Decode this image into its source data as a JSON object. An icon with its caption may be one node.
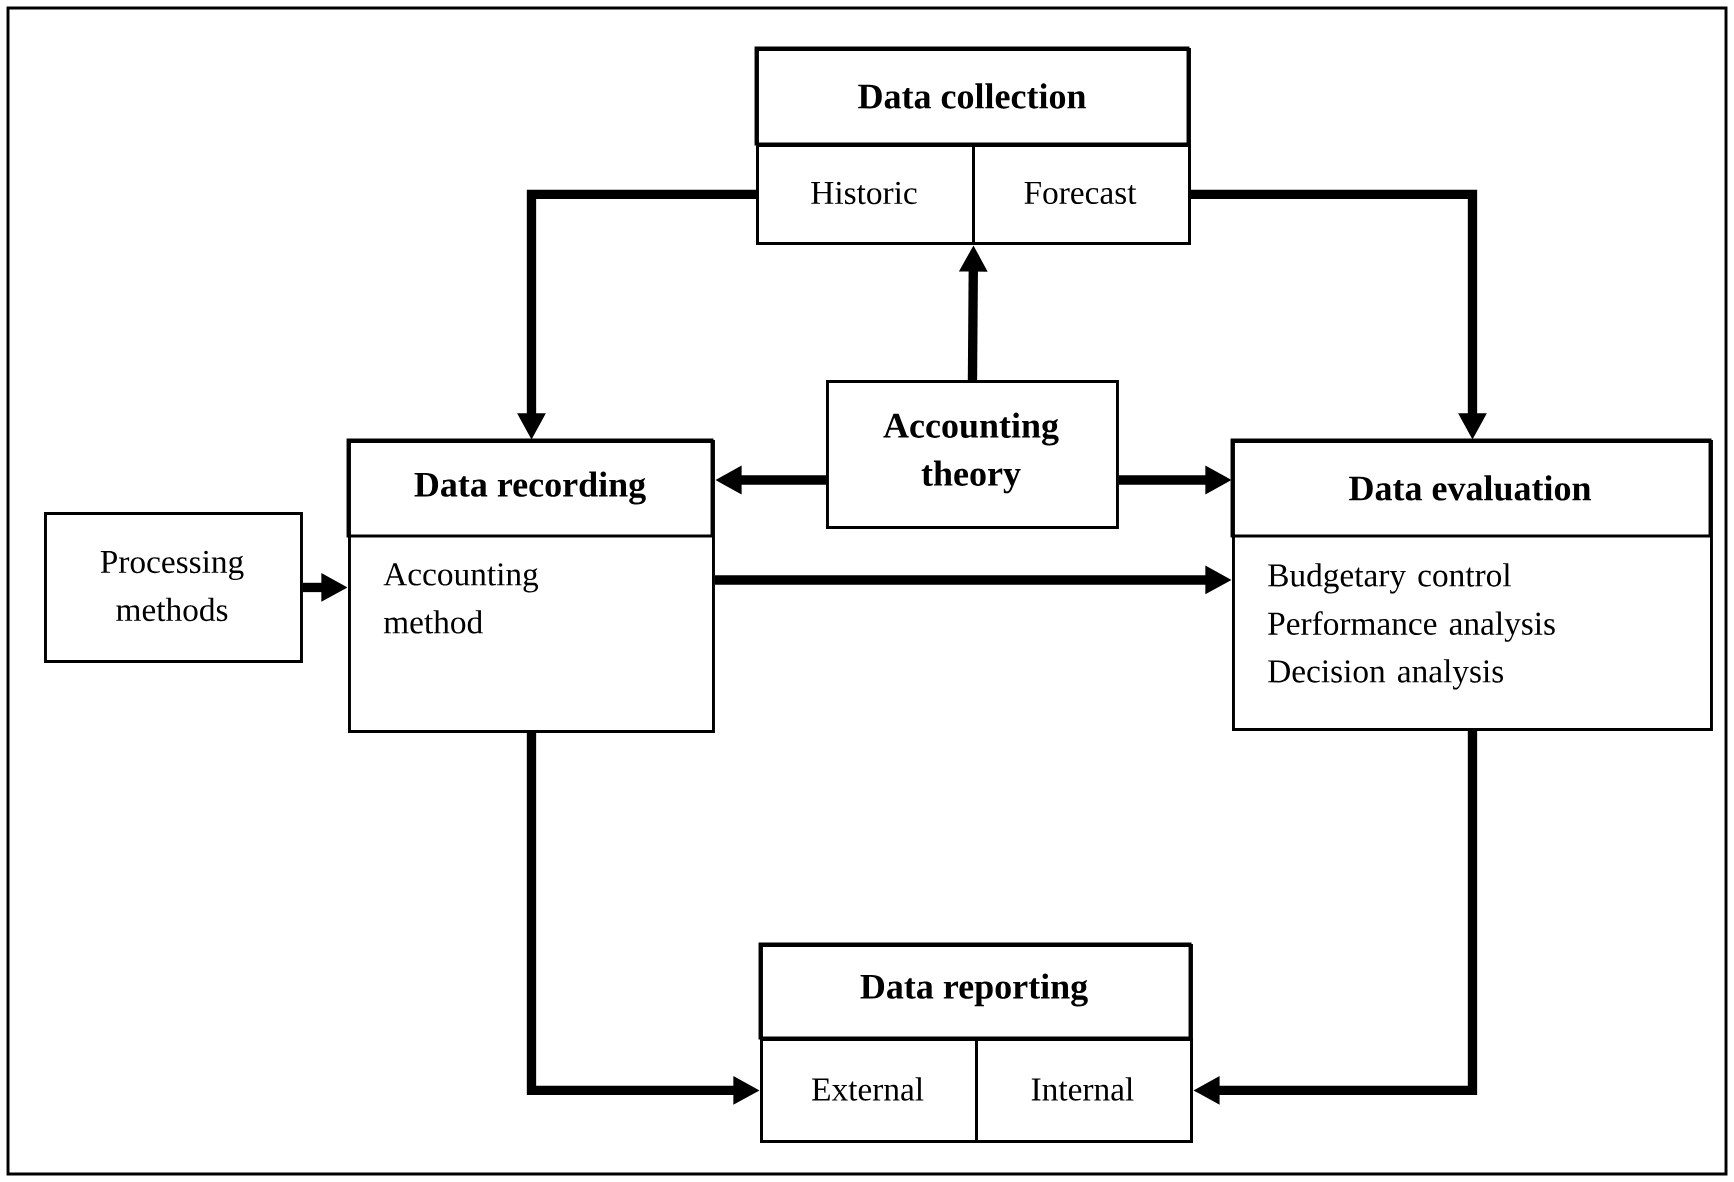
{
  "diagram": {
    "nodes": [
      {
        "text": [
          "Data collection"
        ]
      },
      {
        "text": [
          "Historic"
        ],
        "in": 0
      },
      {
        "text": [
          "Forecast"
        ],
        "in": 0
      },
      {
        "text": [
          "Processing methods"
        ]
      },
      {
        "text": [
          "Data recording",
          "Accounting method"
        ]
      },
      {
        "text": [
          "Accounting theory"
        ]
      },
      {
        "text": [
          "Data evaluation",
          "Budgetary control",
          "Performance analysis",
          "Decision analysis"
        ]
      },
      {
        "text": [
          "Data reporting"
        ]
      },
      {
        "text": [
          "External"
        ],
        "in": 7
      },
      {
        "text": [
          "Internal"
        ],
        "in": 7
      }
    ],
    "edges": [
      {
        "from": 1,
        "to": 4,
        "arrow": "to"
      },
      {
        "from": 2,
        "to": 6,
        "arrow": "to"
      },
      {
        "from": 5,
        "to": 0,
        "arrow": "to"
      },
      {
        "from": 5,
        "to": 4,
        "arrow": "to"
      },
      {
        "from": 5,
        "to": 6,
        "arrow": "to"
      },
      {
        "from": 3,
        "to": 4,
        "arrow": "to"
      },
      {
        "from": 4,
        "to": 6,
        "arrow": "to"
      },
      {
        "from": 4,
        "to": 8,
        "arrow": "to"
      },
      {
        "from": 6,
        "to": 9,
        "arrow": "to"
      }
    ]
  }
}
